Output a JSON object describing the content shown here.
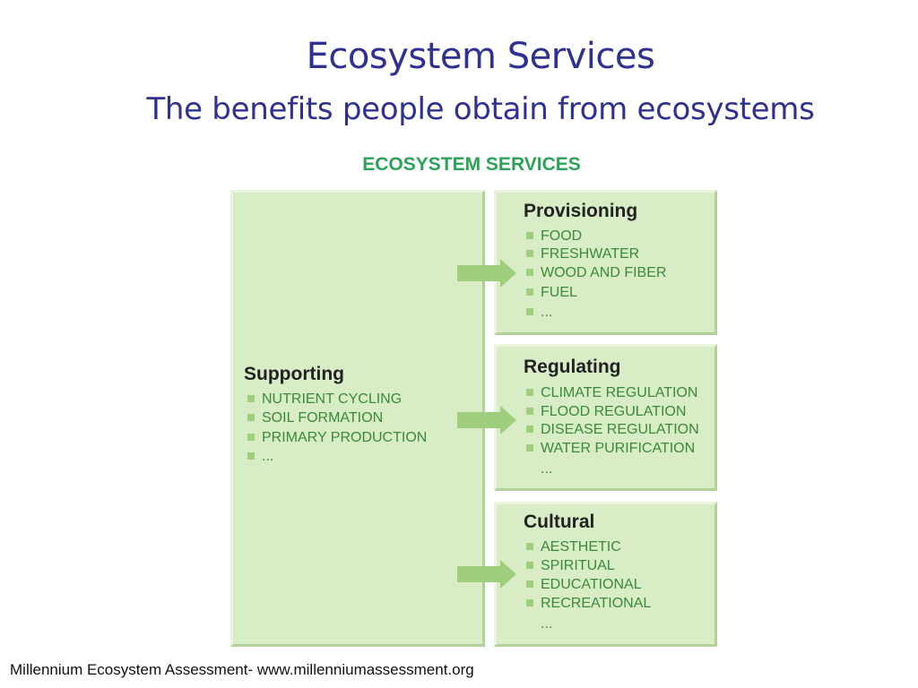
{
  "title": "Ecosystem Services",
  "subtitle": "The benefits people obtain from ecosystems",
  "diagram": {
    "title": "ECOSYSTEM SERVICES",
    "supporting": {
      "heading": "Supporting",
      "items": [
        "NUTRIENT CYCLING",
        "SOIL FORMATION",
        "PRIMARY PRODUCTION",
        "..."
      ]
    },
    "provisioning": {
      "heading": "Provisioning",
      "items": [
        "FOOD",
        "FRESHWATER",
        "WOOD AND FIBER",
        "FUEL",
        "..."
      ]
    },
    "regulating": {
      "heading": "Regulating",
      "items": [
        "CLIMATE REGULATION",
        "FLOOD REGULATION",
        "DISEASE REGULATION",
        "WATER PURIFICATION",
        "..."
      ]
    },
    "cultural": {
      "heading": "Cultural",
      "items": [
        "AESTHETIC",
        "SPIRITUAL",
        "EDUCATIONAL",
        "RECREATIONAL",
        "..."
      ]
    }
  },
  "footer": "Millennium Ecosystem Assessment- www.millenniumassessment.org",
  "colors": {
    "title": "#2e3192",
    "diagram_title": "#2aa356",
    "box_fill": "#d8ecc6",
    "bullet": "#9fce7d",
    "item_text": "#3a8a3a",
    "arrow": "#9fce7d"
  }
}
